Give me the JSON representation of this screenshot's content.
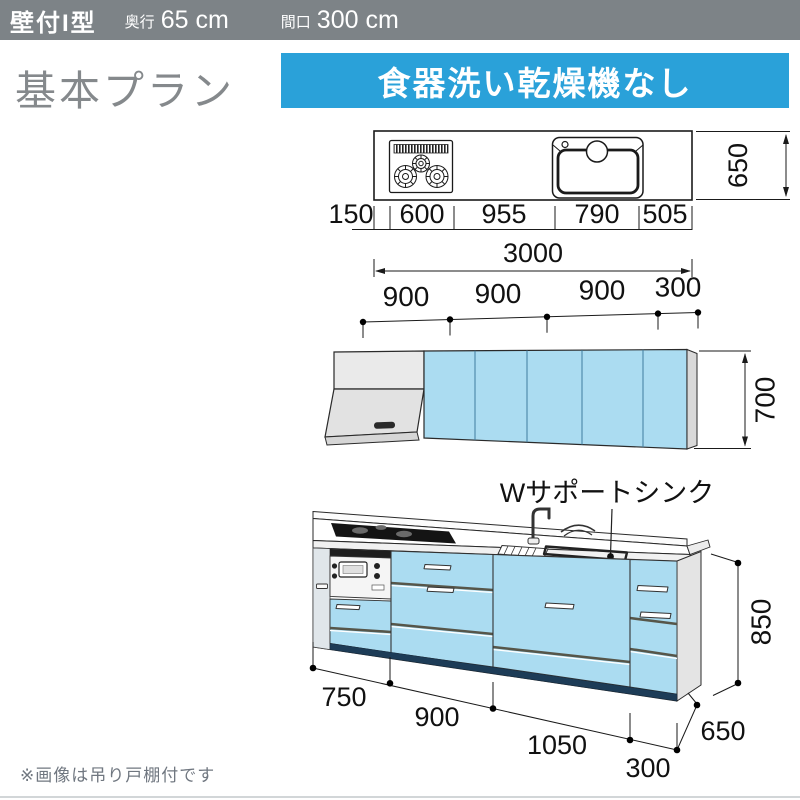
{
  "header": {
    "type_label": "壁付I型",
    "depth_label": "奥行",
    "depth_value": "65 cm",
    "width_label": "間口",
    "width_value": "300 cm"
  },
  "plan": {
    "title": "基本プラン",
    "feature_badge": "食器洗い乾燥機なし"
  },
  "plan_view": {
    "description": "top-down counter plan with gas cooktop and sink",
    "segment_widths": [
      "150",
      "600",
      "955",
      "790",
      "505"
    ],
    "total_width": "3000",
    "depth": "650"
  },
  "wall_cabinets": {
    "description": "upper wall cabinet run with range hood",
    "segment_widths": [
      "900",
      "900",
      "900",
      "300"
    ],
    "height": "700"
  },
  "elevation": {
    "sink_label": "Wサポートシンク",
    "segment_widths": [
      "750",
      "900",
      "1050",
      "300"
    ],
    "depth": "650",
    "height": "850"
  },
  "footnote": "※画像は吊り戸棚付です",
  "colors": {
    "header_gray": "#7d8387",
    "badge_blue": "#2aa1d9",
    "cabinet_blue": "#abdcf1",
    "hood_gray": "#e8e8e8",
    "toe_navy": "#1d3c57",
    "line": "#1a1a1a"
  }
}
